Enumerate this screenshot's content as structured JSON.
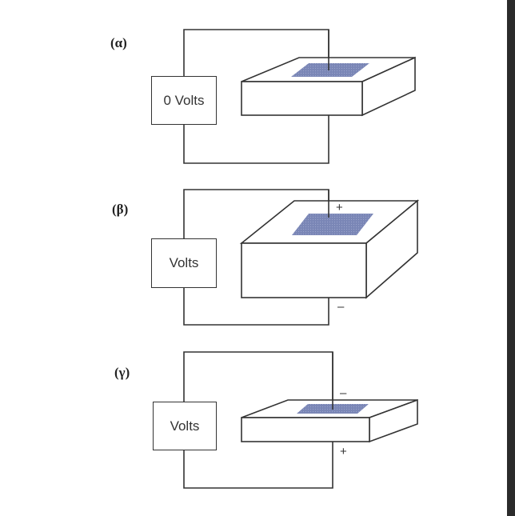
{
  "panels": [
    {
      "label": "(α)",
      "meter": "0 Volts",
      "top_sign": "",
      "bottom_sign": ""
    },
    {
      "label": "(β)",
      "meter": "Volts",
      "top_sign": "+",
      "bottom_sign": "–"
    },
    {
      "label": "(γ)",
      "meter": "Volts",
      "top_sign": "–",
      "bottom_sign": "+"
    }
  ],
  "colors": {
    "wire": "#333333",
    "electrode": "#7a86b6",
    "crystal_face": "#ffffff"
  },
  "icons": [
    "voltmeter-box",
    "crystal-block",
    "electrode-plate",
    "wire"
  ]
}
